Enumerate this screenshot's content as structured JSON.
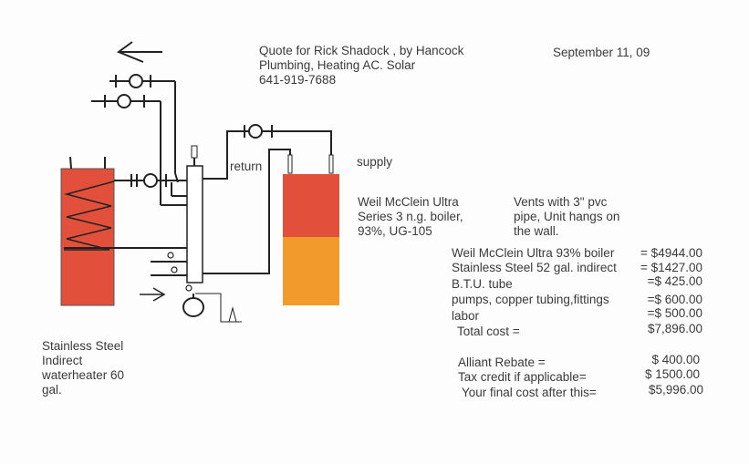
{
  "header": {
    "lines": [
      "Quote for Rick Shadock , by Hancock",
      "Plumbing, Heating AC. Solar",
      "641-919-7688"
    ],
    "date": "September 11, 09"
  },
  "diagram": {
    "return_label": "return",
    "supply_label": "supply",
    "boiler_label": [
      "Weil McClein Ultra",
      "Series 3 n.g. boiler,",
      "93%, UG-105"
    ],
    "vents_note": [
      "Vents with 3\" pvc",
      "pipe, Unit hangs on",
      "the wall."
    ],
    "tank_label": [
      "Stainless Steel",
      "Indirect",
      "waterheater 60",
      "gal."
    ],
    "colors": {
      "tank_red": "#e2503c",
      "boiler_orange": "#f39a2c"
    }
  },
  "costs": {
    "items": [
      {
        "label": "Weil McClein Ultra 93% boiler",
        "amount": "= $4944.00"
      },
      {
        "label": "Stainless Steel 52 gal. indirect",
        "amount": "= $1427.00"
      },
      {
        "label": "B.T.U. tube",
        "amount": "=$  425.00"
      },
      {
        "label": "pumps, copper tubing,fittings",
        "amount": "=$  600.00"
      },
      {
        "label": "labor",
        "amount": "=$  500.00"
      },
      {
        "label": "Total cost =",
        "amount": "$7,896.00"
      }
    ],
    "credits": [
      {
        "label": "Alliant Rebate =",
        "amount": "$  400.00"
      },
      {
        "label": "Tax credit if applicable=",
        "amount": "$ 1500.00"
      },
      {
        "label": "Your final cost after this=",
        "amount": "$5,996.00"
      }
    ]
  }
}
